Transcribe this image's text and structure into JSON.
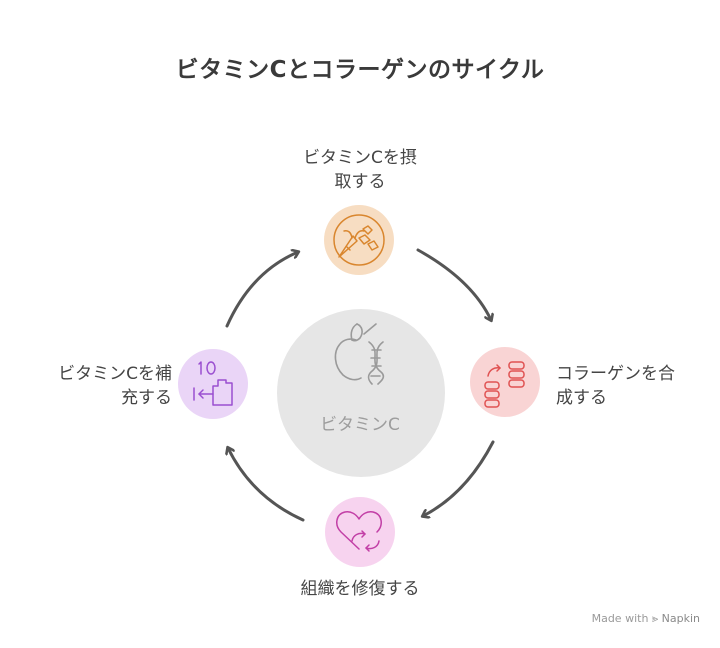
{
  "title": "ビタミンCとコラーゲンのサイクル",
  "center": {
    "label": "ビタミンC"
  },
  "steps": [
    {
      "id": "top",
      "line1": "ビタミンCを摂",
      "line2": "取する",
      "icon": "food-icon",
      "color": "#f7ddc2",
      "stroke": "#d9862e"
    },
    {
      "id": "right",
      "line1": "コラーゲンを合",
      "line2": "成する",
      "icon": "database-sync-icon",
      "color": "#f9d4d4",
      "stroke": "#e05252"
    },
    {
      "id": "bottom",
      "line1": "組織を修復する",
      "line2": "",
      "icon": "heart-refresh-icon",
      "color": "#f7d3ef",
      "stroke": "#c23fa6"
    },
    {
      "id": "left",
      "line1": "ビタミンCを補",
      "line2": "充する",
      "icon": "battery-refill-icon",
      "color": "#ead5f7",
      "stroke": "#9a4fd0"
    }
  ],
  "watermark": {
    "prefix": "Made with",
    "brand": "Napkin"
  }
}
